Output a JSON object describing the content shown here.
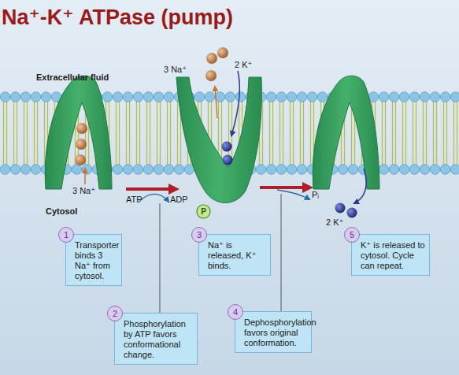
{
  "diagram": {
    "title": "Na⁺-K⁺ ATPase (pump)",
    "nodes": [
      {
        "text": [
          "P"
        ]
      },
      {
        "text": [
          "1",
          "Transporter binds 3 Na⁺ from cytosol."
        ]
      },
      {
        "text": [
          "2",
          "Phosphorylation by ATP favors conformational change."
        ]
      },
      {
        "text": [
          "3",
          "Na⁺ is released, K⁺ binds."
        ]
      },
      {
        "text": [
          "4",
          "Dephosphorylation favors original conformation."
        ]
      },
      {
        "text": [
          "5",
          "K⁺ is released to cytosol. Cycle can repeat."
        ]
      }
    ],
    "labels": [
      "3 Na⁺",
      "2 K⁺",
      "Extracellular fluid",
      "3 Na⁺",
      "ATP",
      "ADP",
      "Pᵢ",
      "Cytosol",
      "2 K⁺"
    ]
  }
}
